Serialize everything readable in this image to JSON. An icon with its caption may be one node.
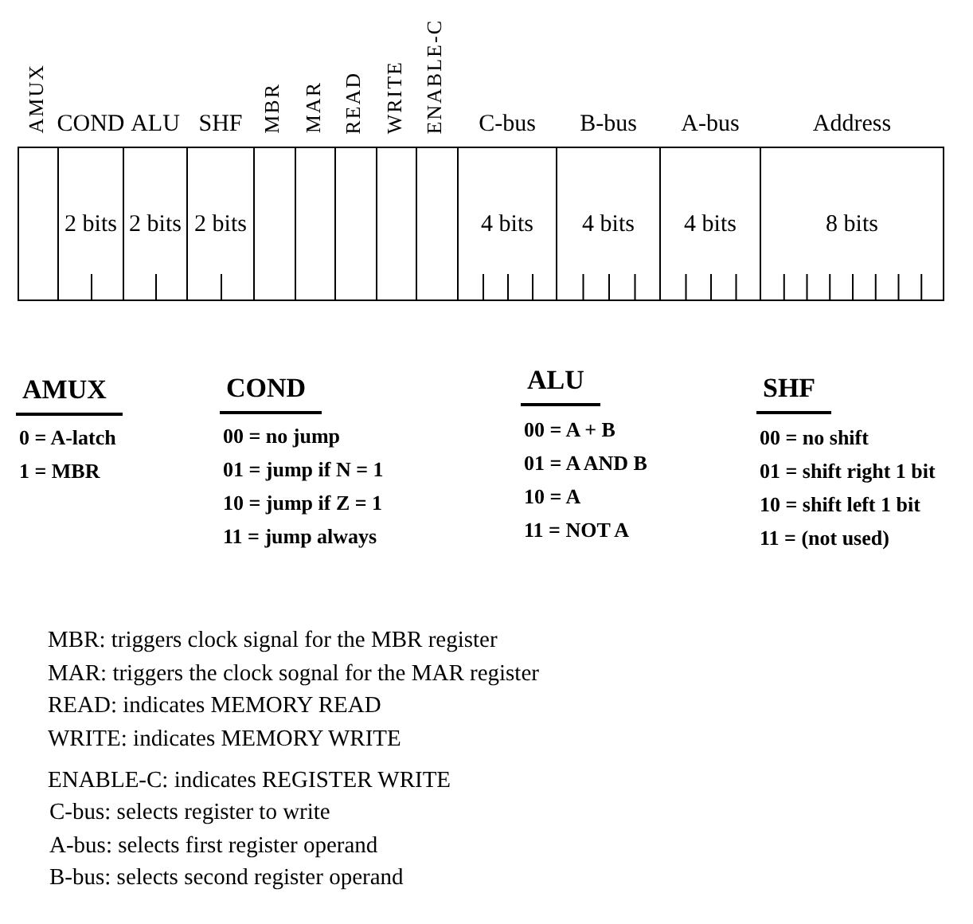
{
  "diagram": {
    "nodes": [
      {
        "text": [
          "AMUX"
        ]
      },
      {
        "text": [
          "COND",
          "2 bits"
        ]
      },
      {
        "text": [
          "ALU",
          "2 bits"
        ]
      },
      {
        "text": [
          "SHF",
          "2 bits"
        ]
      },
      {
        "text": [
          "MBR"
        ]
      },
      {
        "text": [
          "MAR"
        ]
      },
      {
        "text": [
          "READ"
        ]
      },
      {
        "text": [
          "WRITE"
        ]
      },
      {
        "text": [
          "ENABLE-C"
        ]
      },
      {
        "text": [
          "C-bus",
          "4 bits"
        ]
      },
      {
        "text": [
          "B-bus",
          "4 bits"
        ]
      },
      {
        "text": [
          "A-bus",
          "4 bits"
        ]
      },
      {
        "text": [
          "Address",
          "8 bits"
        ]
      }
    ],
    "edges": [],
    "labels": [
      "AMUX",
      "0 = A-latch",
      "1 = MBR",
      "COND",
      "00 = no jump",
      "01 = jump if N = 1",
      "10 = jump if Z = 1",
      "11 = jump always",
      "ALU",
      "00 = A + B",
      "01 = A  AND  B",
      "10 = A",
      "11 = NOT   A",
      "SHF",
      "00 = no shift",
      "01 = shift right 1 bit",
      "10 = shift left 1 bit",
      "11 = (not used)",
      "MBR: triggers clock signal for the MBR register",
      "MAR: triggers the clock sognal for the MAR register",
      "READ: indicates MEMORY READ",
      "WRITE: indicates MEMORY WRITE",
      "ENABLE-C: indicates REGISTER WRITE",
      "C-bus: selects register to write",
      "A-bus: selects first register operand",
      "B-bus: selects second register operand"
    ]
  }
}
